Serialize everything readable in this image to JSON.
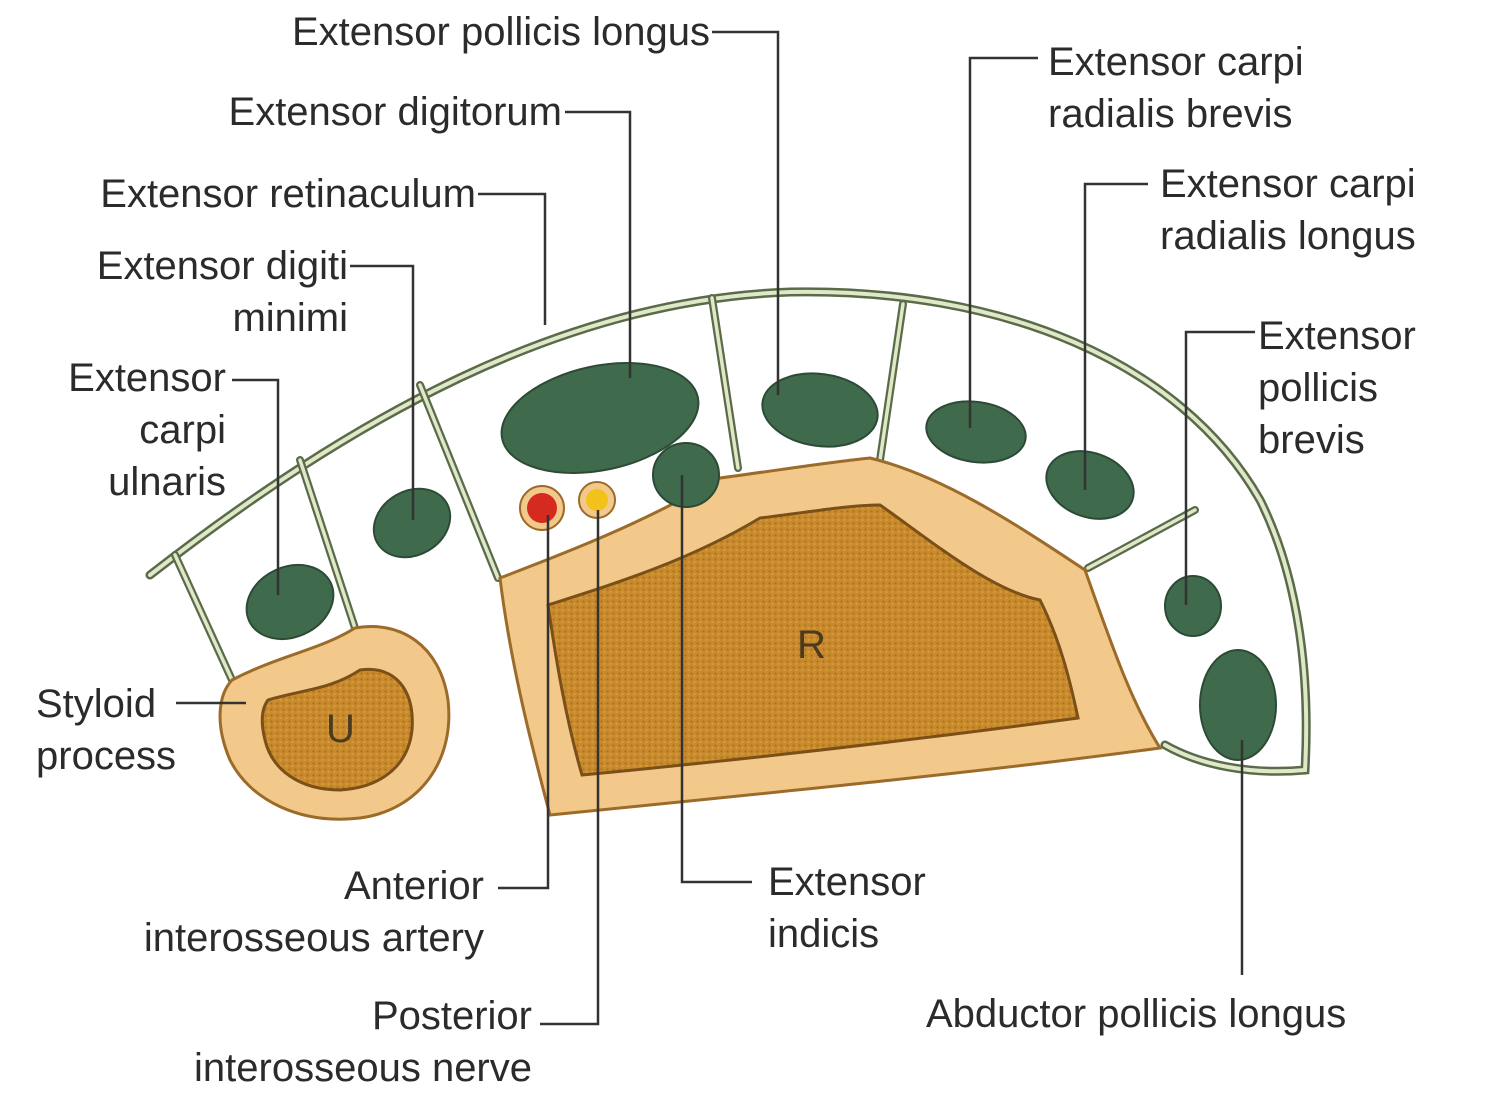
{
  "labels": {
    "epl": "Extensor pollicis longus",
    "ed": "Extensor digitorum",
    "er": "Extensor retinaculum",
    "edm_1": "Extensor digiti",
    "edm_2": "minimi",
    "ecu_1": "Extensor",
    "ecu_2": "carpi",
    "ecu_3": "ulnaris",
    "styloid_1": "Styloid",
    "styloid_2": "process",
    "aia_1": "Anterior",
    "aia_2": "interosseous artery",
    "pin_1": "Posterior",
    "pin_2": "interosseous nerve",
    "ei_1": "Extensor",
    "ei_2": "indicis",
    "ecrb_1": "Extensor carpi",
    "ecrb_2": "radialis brevis",
    "ecrl_1": "Extensor carpi",
    "ecrl_2": "radialis longus",
    "epb_1": "Extensor",
    "epb_2": "pollicis",
    "epb_3": "brevis",
    "apl": "Abductor pollicis longus"
  },
  "bones": {
    "radius": "R",
    "ulna": "U"
  },
  "colors": {
    "tendon": "#3f6b4c",
    "bone_outer": "#f2c98a",
    "bone_inner": "#c98a2e",
    "artery": "#d42a1f",
    "nerve": "#f2c21a",
    "retinaculum": "#5b6b4a"
  }
}
